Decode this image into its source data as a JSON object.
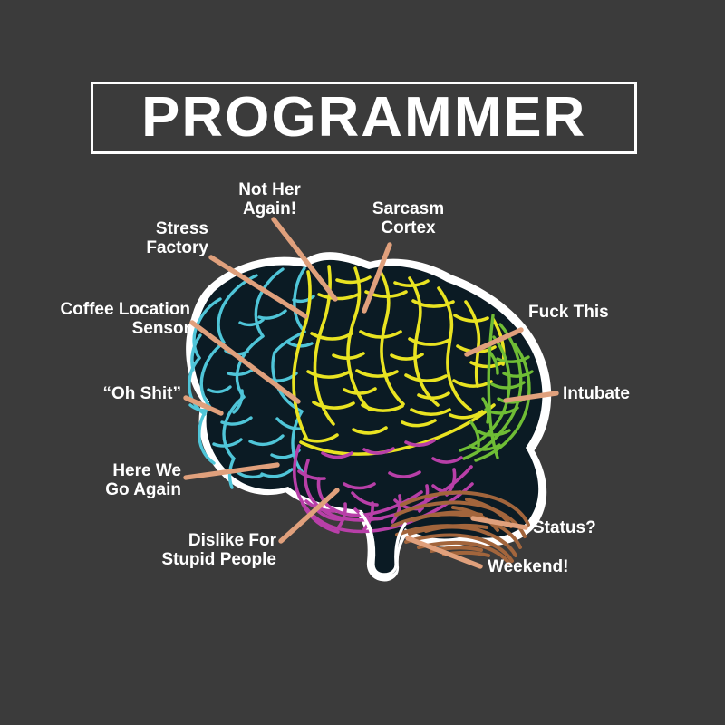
{
  "poster": {
    "background_color": "#3b3b3b",
    "title": "PROGRAMMER",
    "title_color": "#ffffff",
    "border_color": "#ffffff"
  },
  "artwork": {
    "subject": "human-brain-lateral-view",
    "outline_color": "#ffffff",
    "fill_color": "#0b1b24",
    "leader_line_color": "#e0a07c",
    "regions": [
      {
        "name": "frontal-lobe",
        "color": "#4fc5d8"
      },
      {
        "name": "parietal-lobe",
        "color": "#e9e321"
      },
      {
        "name": "occipital-lobe",
        "color": "#6fbd35"
      },
      {
        "name": "temporal-lobe",
        "color": "#b83fa8"
      },
      {
        "name": "cerebellum",
        "color": "#a2653c"
      },
      {
        "name": "brainstem",
        "color": "#0b1b24"
      }
    ]
  },
  "labels": [
    {
      "id": "not-her-again",
      "text": "Not Her\nAgain!",
      "align": "center"
    },
    {
      "id": "sarcasm-cortex",
      "text": "Sarcasm\nCortex",
      "align": "center"
    },
    {
      "id": "stress-factory",
      "text": "Stress\nFactory",
      "align": "right"
    },
    {
      "id": "coffee-location-sensor",
      "text": "Coffee Location\nSensor",
      "align": "right"
    },
    {
      "id": "oh-shit",
      "text": "“Oh Shit”",
      "align": "right"
    },
    {
      "id": "here-we-go-again",
      "text": "Here We\nGo Again",
      "align": "right"
    },
    {
      "id": "dislike-for-stupid-people",
      "text": "Dislike For\nStupid People",
      "align": "right"
    },
    {
      "id": "fuck-this",
      "text": "Fuck This",
      "align": "left"
    },
    {
      "id": "intubate",
      "text": "Intubate",
      "align": "left"
    },
    {
      "id": "status",
      "text": "Status?",
      "align": "left"
    },
    {
      "id": "weekend",
      "text": "Weekend!",
      "align": "left"
    }
  ]
}
